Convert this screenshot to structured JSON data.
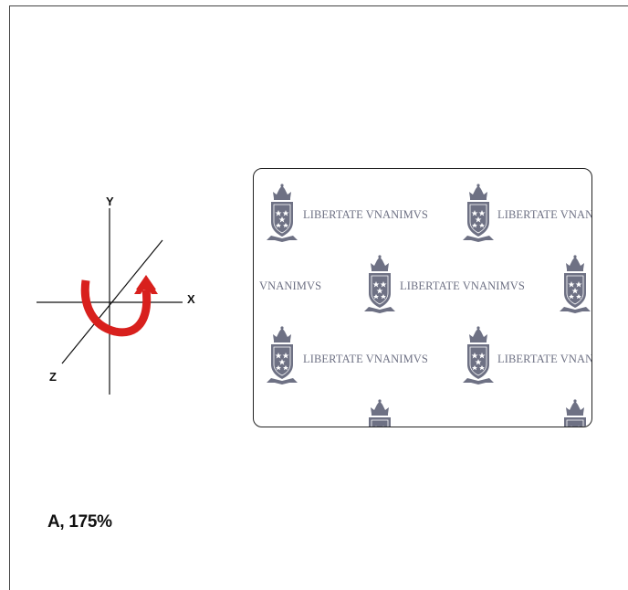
{
  "axes": {
    "x_label": "X",
    "y_label": "Y",
    "z_label": "Z",
    "rotation_arrow_color": "#d8201d",
    "rotation_axis": "X"
  },
  "watermark": {
    "motto": "LIBERTATE VNANIMVS",
    "motto_cut_right": "LIBERTATE VNAN",
    "motto_cut_left": "VNANIMVS",
    "color": "#6e7184",
    "emblem": "crowned-shield-crest-icon"
  },
  "caption": "A, 175%"
}
